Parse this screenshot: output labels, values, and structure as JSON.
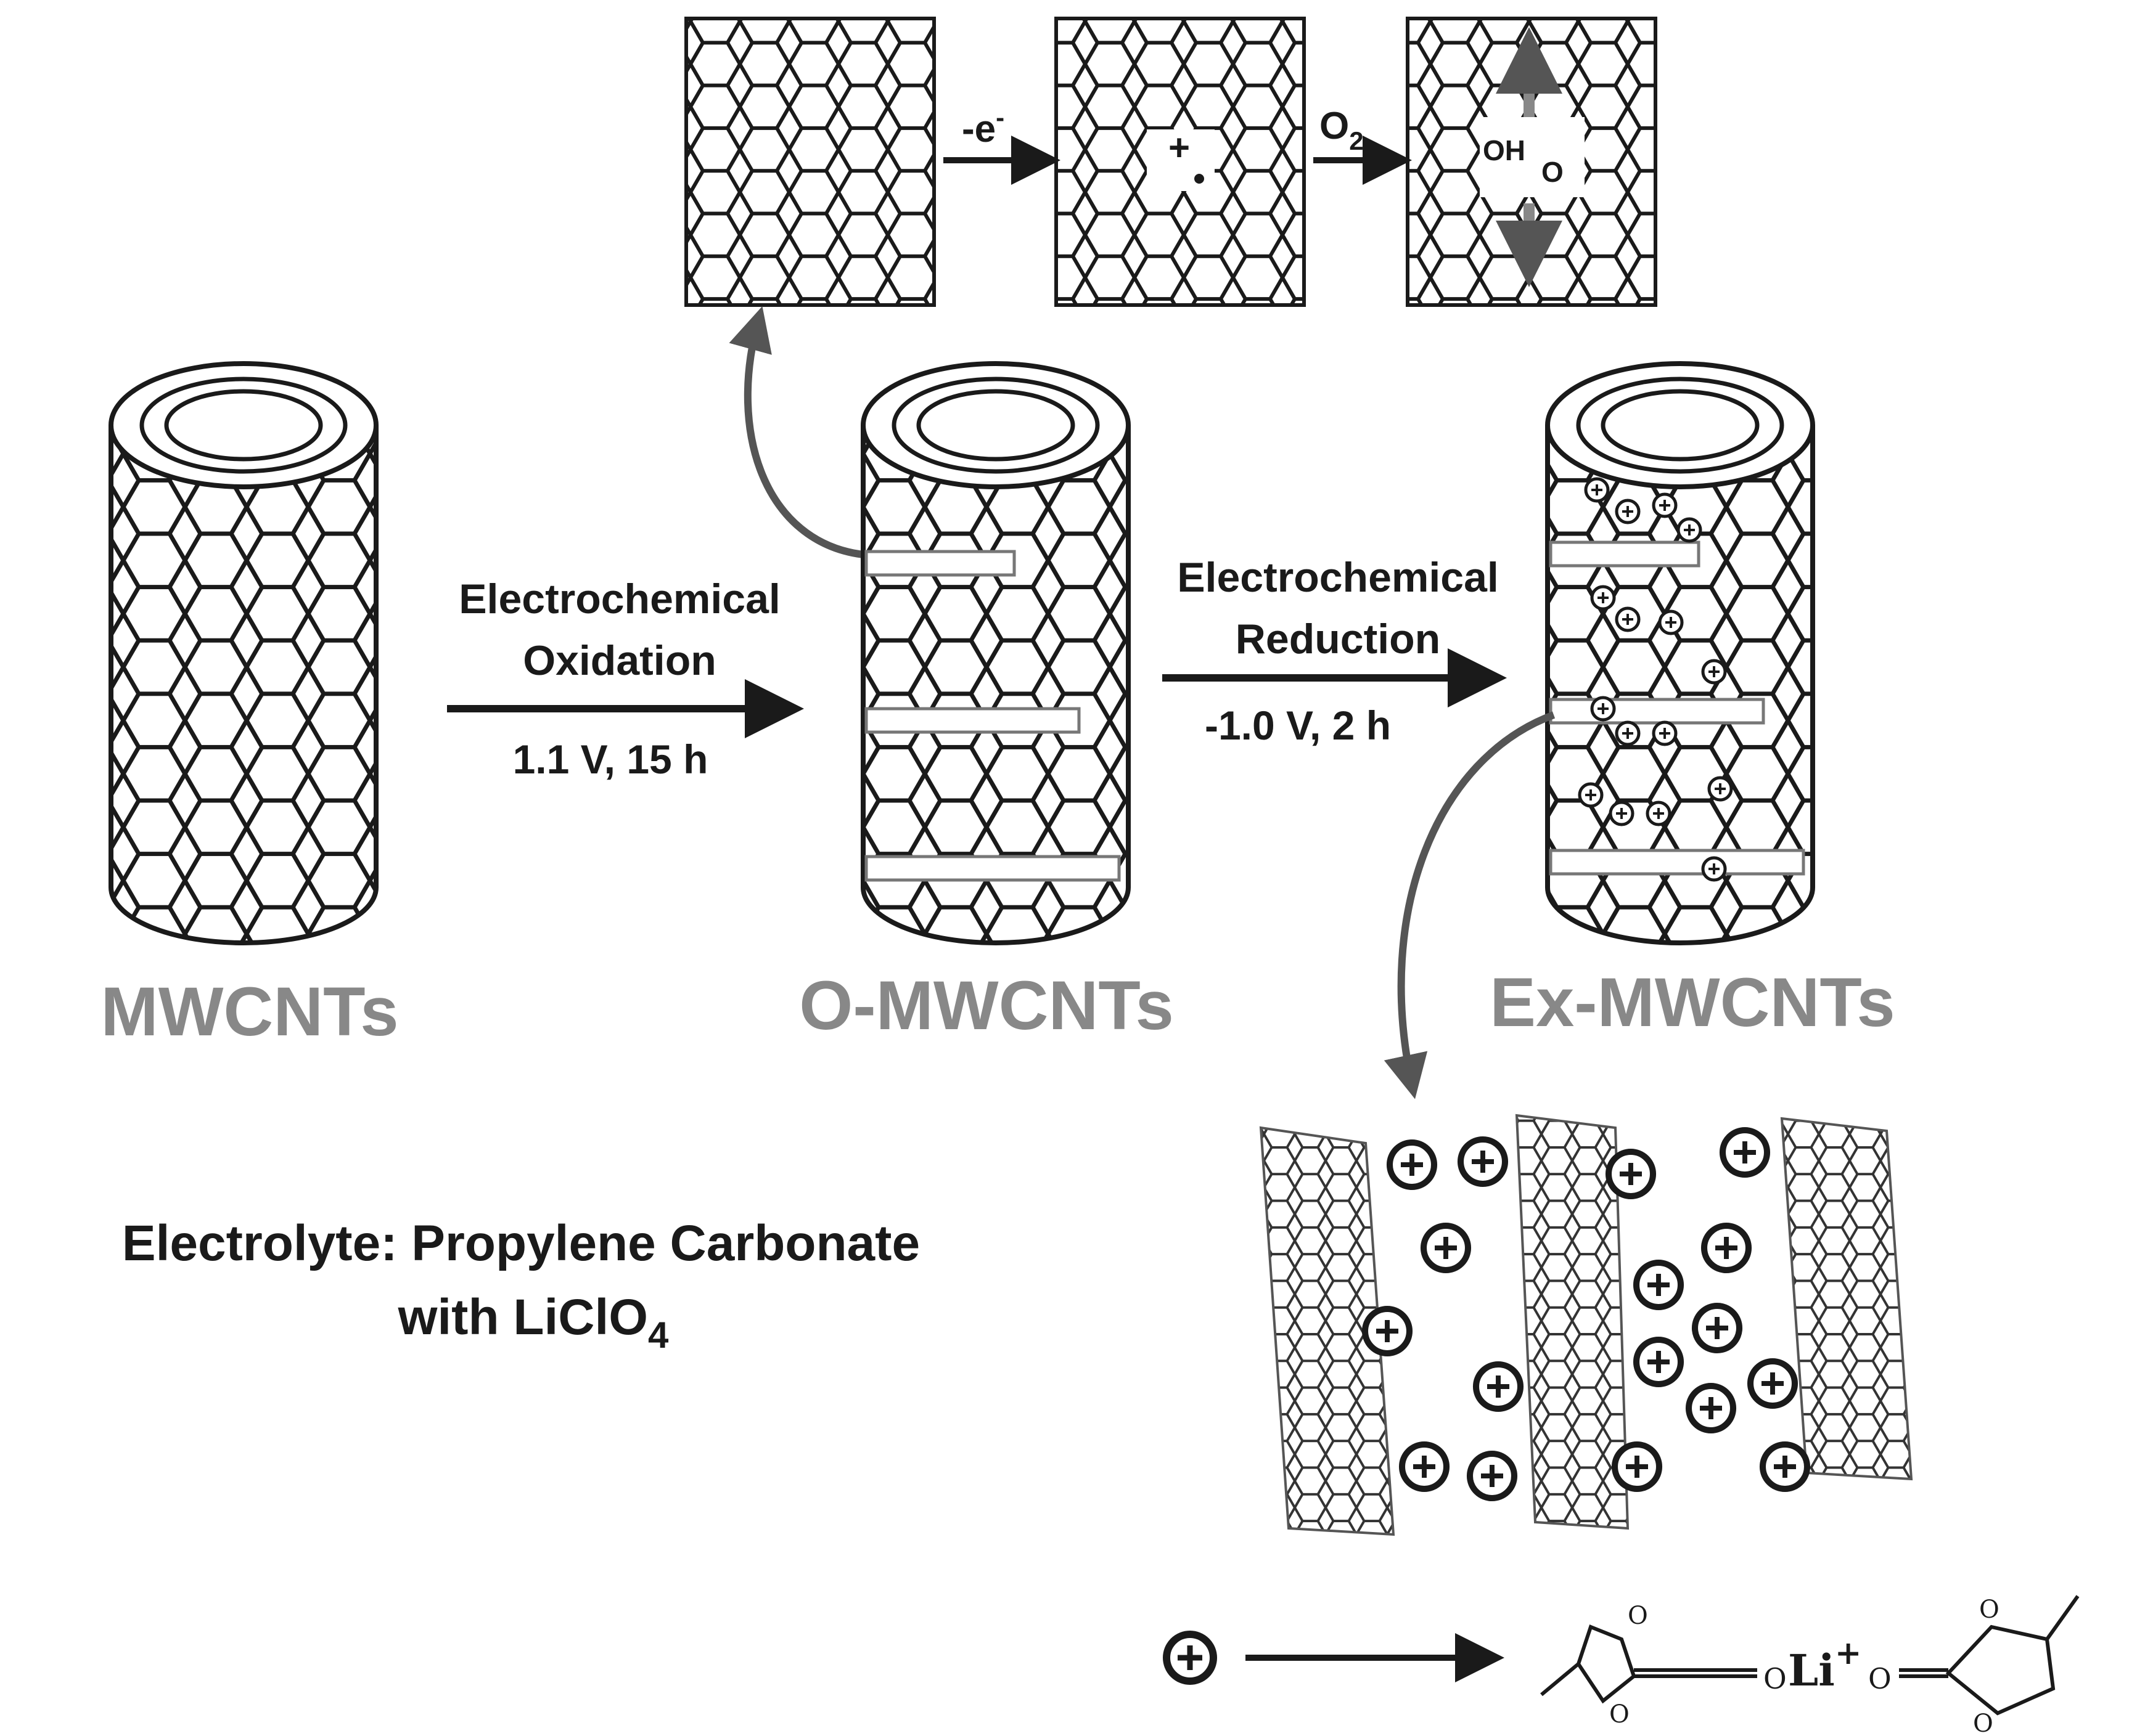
{
  "steps": {
    "oxidation_line1": "Electrochemical",
    "oxidation_line2": "Oxidation",
    "oxidation_conditions": "1.1 V, 15 h",
    "reduction_line1": "Electrochemical",
    "reduction_line2": "Reduction",
    "reduction_conditions": "-1.0 V, 2 h"
  },
  "materials": {
    "pristine": "MWCNTs",
    "oxidized": "O-MWCNTs",
    "expanded": "Ex-MWCNTs"
  },
  "mechanism": {
    "electron_loss": "-e",
    "electron_sup": "-",
    "oxygen": "O",
    "oxygen_sub": "2",
    "radical_cation": "+",
    "hydroxyl": "OH",
    "carbonyl": "O"
  },
  "electrolyte": {
    "line1": "Electrolyte: Propylene Carbonate",
    "line2_prefix": "with LiClO",
    "line2_sub": "4"
  },
  "legend": {
    "cation_symbol": "+",
    "lithium": "Li",
    "lithium_charge": "+",
    "oxygen_atom": "O"
  },
  "colors": {
    "ink": "#1a1a1a",
    "gray_label": "#888888",
    "gray_arrow": "#666666"
  }
}
